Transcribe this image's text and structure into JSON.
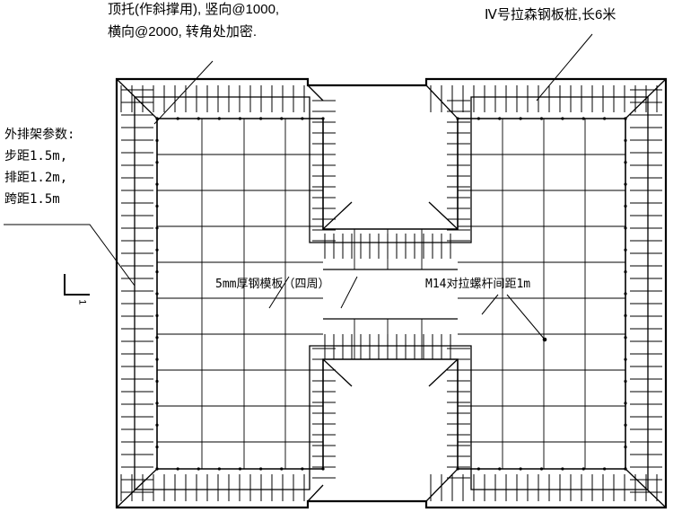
{
  "annotations": {
    "top_support": [
      "顶托(作斜撑用), 竖向@1000,",
      "横向@2000, 转角处加密."
    ],
    "sheet_pile": "Ⅳ号拉森钢板桩,长6米",
    "scaffold": [
      "外排架参数:",
      "步距1.5m,",
      "排距1.2m,",
      "跨距1.5m"
    ],
    "formwork": "5mm厚钢模板（四周）",
    "tie_rod": "M14对拉螺杆间距1m",
    "section_mark": "1"
  }
}
